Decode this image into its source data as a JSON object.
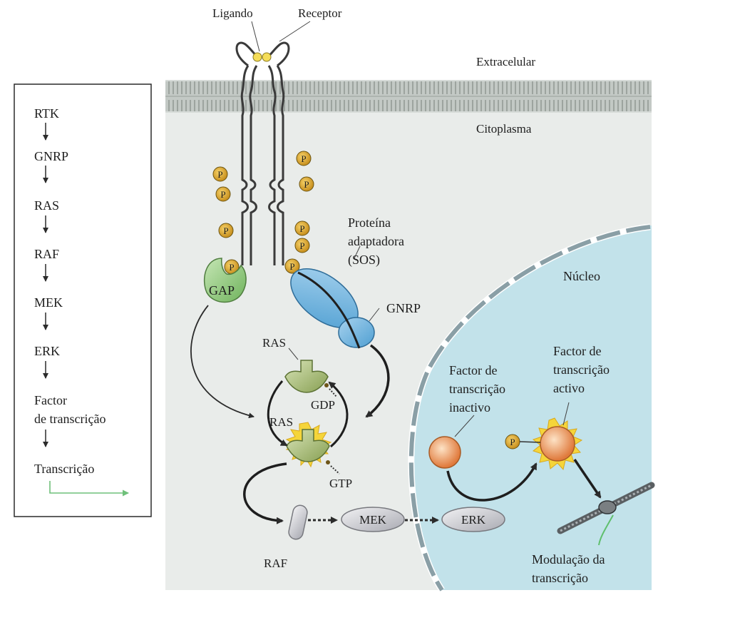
{
  "pathway": {
    "steps": [
      "RTK",
      "GNRP",
      "RAS",
      "RAF",
      "MEK",
      "ERK",
      "Factor",
      "de transcrição",
      "Transcrição"
    ]
  },
  "labels": {
    "ligand": "Ligando",
    "receptor": "Receptor",
    "extracellular": "Extracelular",
    "cytoplasm": "Citoplasma",
    "phospho": "P",
    "gap": "GAP",
    "adaptor": [
      "Proteína",
      "adaptadora",
      "(SOS)"
    ],
    "gnrp": "GNRP",
    "ras_top": "RAS",
    "gdp": "GDP",
    "ras_bottom": "RAS",
    "gtp": "GTP",
    "raf": "RAF",
    "mek": "MEK",
    "erk": "ERK",
    "nucleus": "Núcleo",
    "inactive_tf": [
      "Factor de",
      "transcrição",
      "inactivo"
    ],
    "active_tf": [
      "Factor de",
      "transcrição",
      "activo"
    ],
    "modulation": [
      "Modulação da",
      "transcrição"
    ]
  },
  "colors": {
    "cytoplasm": "#e9ecea",
    "membrane": "#b4bab6",
    "nucleus": "#c2e2ea",
    "phospho": "#d9a52a",
    "gap": "#8cc47a",
    "sos": "#6ab0dc",
    "ras": "#9cb26a",
    "tf": "#e8894c",
    "gtp_glow": "#f5d53a"
  }
}
